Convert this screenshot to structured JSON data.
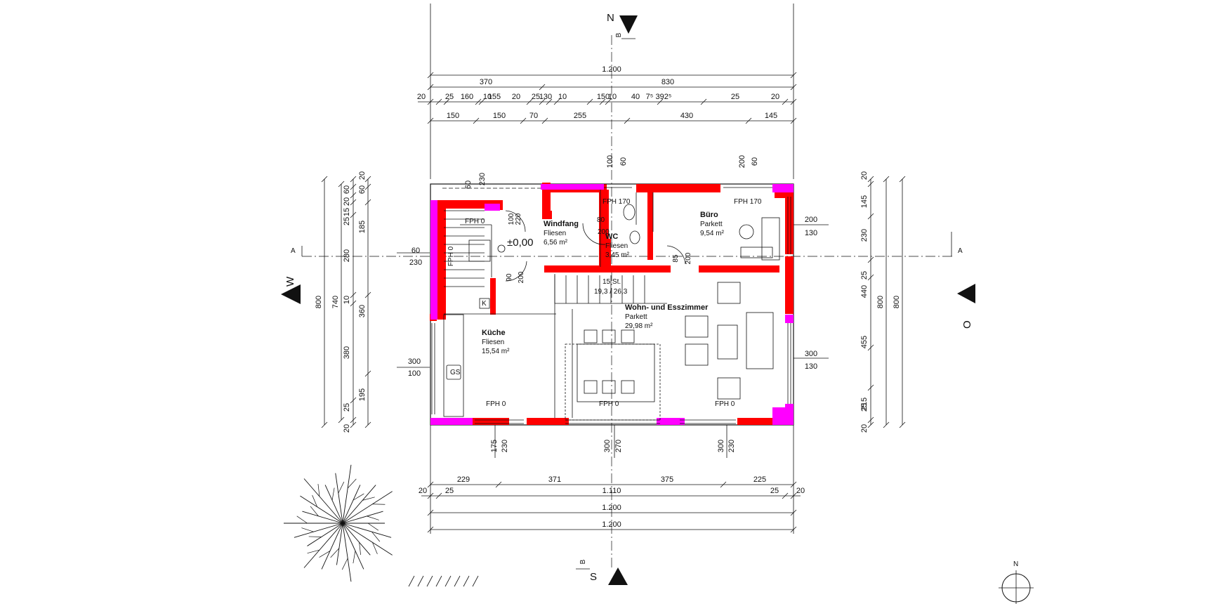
{
  "compass": {
    "north": "N",
    "south": "S",
    "west": "W",
    "east": "O",
    "section_b": "B",
    "section_a": "A",
    "rose_label": "N"
  },
  "colors": {
    "wall_cut": "#ff0000",
    "wall_corner": "#ff00ff",
    "line": "#111111"
  },
  "elevation": "±0,00",
  "rooms": [
    {
      "id": "windfang",
      "name": "Windfang",
      "floor": "Fliesen",
      "area": "6,56 m²"
    },
    {
      "id": "wc",
      "name": "WC",
      "floor": "Fliesen",
      "area": "3,45 m²"
    },
    {
      "id": "buero",
      "name": "Büro",
      "floor": "Parkett",
      "area": "9,54 m²"
    },
    {
      "id": "kueche",
      "name": "Küche",
      "floor": "Fliesen",
      "area": "15,54 m²"
    },
    {
      "id": "wohnen",
      "name": "Wohn- und Esszimmer",
      "floor": "Parkett",
      "area": "29,98 m²"
    }
  ],
  "labels": {
    "fph0a": "FPH 0",
    "fph0b": "FPH 0",
    "fph0c": "FPH 0",
    "fph0d": "FPH 0",
    "fph0e": "FPH 0",
    "fph170a": "FPH 170",
    "fph170b": "FPH 170",
    "stair": "15 St.",
    "stair2": "19,3 / 26,3",
    "gs": "GS",
    "k": "K",
    "d80": "80",
    "d200": "200",
    "d220": "220",
    "d100": "100",
    "d85": "85",
    "d200b": "200",
    "d90": "90",
    "d200c": "200"
  },
  "top_dims": {
    "total": "1.200",
    "row2": [
      "370",
      "830"
    ],
    "row3": [
      "20",
      "25",
      "160",
      "10",
      "155",
      "20",
      "25",
      "130",
      "10",
      "150",
      "10",
      "40",
      "7⁵",
      "392⁵",
      "25",
      "20"
    ],
    "row4": [
      "150",
      "150",
      "70",
      "255",
      "430",
      "145"
    ],
    "vert": [
      "100",
      "60",
      "200",
      "60",
      "60",
      "230"
    ]
  },
  "bottom_dims": {
    "row1": [
      "229",
      "371",
      "375",
      "225"
    ],
    "row2": [
      "20",
      "25",
      "1.110",
      "25",
      "20"
    ],
    "total1": "1.200",
    "total2": "1.200",
    "opening": [
      "175",
      "230",
      "300",
      "270",
      "300",
      "230"
    ]
  },
  "left_dims": {
    "outer": "800",
    "inner": "740",
    "col3": [
      "60",
      "20",
      "15",
      "25",
      "280",
      "10",
      "380",
      "25",
      "20"
    ],
    "col4": [
      "20",
      "60",
      "185",
      "360",
      "195"
    ],
    "win": [
      "60",
      "230",
      "300",
      "100"
    ]
  },
  "right_dims": {
    "col1": [
      "20",
      "145",
      "230",
      "25",
      "440",
      "455",
      "215",
      "25",
      "20"
    ],
    "outer": "800",
    "outer2": "800",
    "win": [
      "200",
      "130",
      "300",
      "130"
    ]
  }
}
